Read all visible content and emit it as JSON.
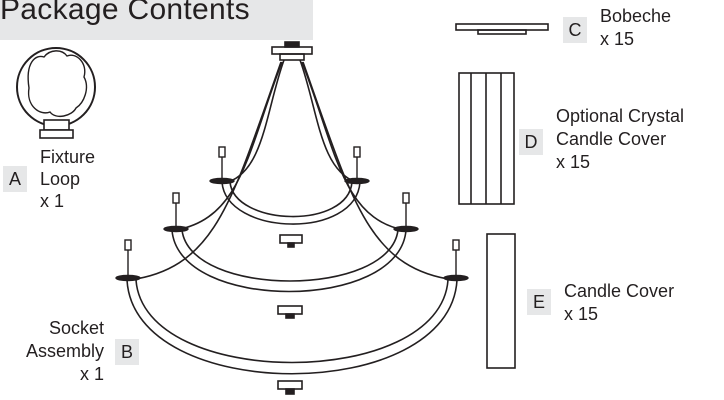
{
  "title": "Package Contents",
  "parts": [
    {
      "letter": "A",
      "lines": [
        "Fixture",
        "Loop",
        "x 1"
      ]
    },
    {
      "letter": "B",
      "lines": [
        "Socket",
        "Assembly",
        "x 1"
      ]
    },
    {
      "letter": "C",
      "lines": [
        "Bobeche",
        "x 15"
      ]
    },
    {
      "letter": "D",
      "lines": [
        "Optional Crystal",
        "Candle Cover",
        "x 15"
      ]
    },
    {
      "letter": "E",
      "lines": [
        "Candle Cover",
        "x 15"
      ]
    }
  ],
  "colors": {
    "ink": "#231f20",
    "label_bg": "#e6e7e8"
  }
}
